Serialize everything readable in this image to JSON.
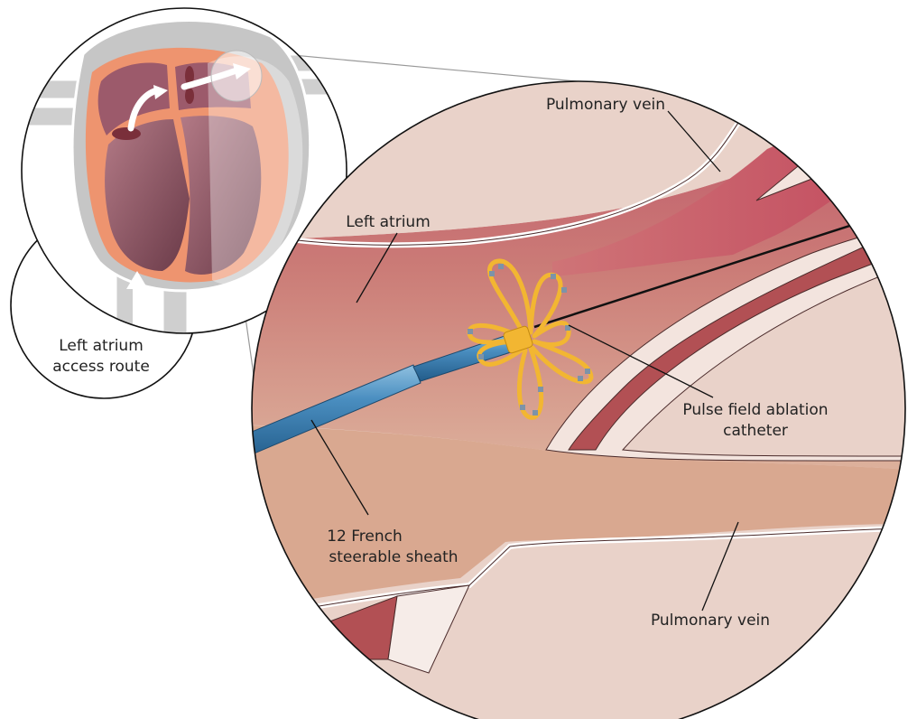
{
  "labels": {
    "pulmonary_vein_top": "Pulmonary vein",
    "left_atrium": "Left atrium",
    "pulse_field_line1": "Pulse field ablation",
    "pulse_field_line2": "catheter",
    "sheath_line1": "12 French",
    "sheath_line2": "steerable sheath",
    "pulmonary_vein_bottom": "Pulmonary vein",
    "access_line1": "Left atrium",
    "access_line2": "access route"
  },
  "colors": {
    "vein_wall": "#e9d0c7",
    "vein_outline": "#ffffff",
    "atrium_dark": "#c45a5f",
    "atrium_light": "#d99a85",
    "vein_channel": "#c95762",
    "sheath_blue": "#3d7fae",
    "catheter_gold": "#f2b632",
    "electrode_gray": "#7d93a8",
    "heart_gray": "#c8c8c8",
    "heart_chamber": "#9a5a6c",
    "heart_orange": "#ef9a76",
    "outline": "#111111"
  }
}
